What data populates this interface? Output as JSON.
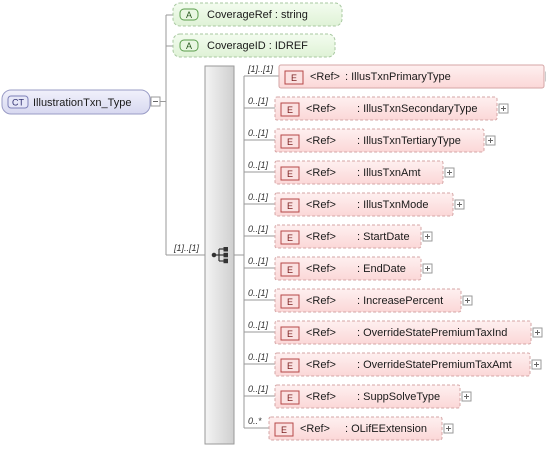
{
  "root": {
    "badge": "CT",
    "name": "IllustrationTxn_Type"
  },
  "attributes": [
    {
      "badge": "A",
      "name": "CoverageRef",
      "type": "string"
    },
    {
      "badge": "A",
      "name": "CoverageID",
      "type": "IDREF"
    }
  ],
  "sequence": {
    "cardinality": "[1]..[1]"
  },
  "elements": [
    {
      "card": "[1]..[1]",
      "badge": "E",
      "ref": "<Ref>",
      "name": "IllusTxnPrimaryType"
    },
    {
      "card": "0..[1]",
      "badge": "E",
      "ref": "<Ref>",
      "name": "IllusTxnSecondaryType"
    },
    {
      "card": "0..[1]",
      "badge": "E",
      "ref": "<Ref>",
      "name": "IllusTxnTertiaryType"
    },
    {
      "card": "0..[1]",
      "badge": "E",
      "ref": "<Ref>",
      "name": "IllusTxnAmt"
    },
    {
      "card": "0..[1]",
      "badge": "E",
      "ref": "<Ref>",
      "name": "IllusTxnMode"
    },
    {
      "card": "0..[1]",
      "badge": "E",
      "ref": "<Ref>",
      "name": "StartDate"
    },
    {
      "card": "0..[1]",
      "badge": "E",
      "ref": "<Ref>",
      "name": "EndDate"
    },
    {
      "card": "0..[1]",
      "badge": "E",
      "ref": "<Ref>",
      "name": "IncreasePercent"
    },
    {
      "card": "0..[1]",
      "badge": "E",
      "ref": "<Ref>",
      "name": "OverrideStatePremiumTaxInd"
    },
    {
      "card": "0..[1]",
      "badge": "E",
      "ref": "<Ref>",
      "name": "OverrideStatePremiumTaxAmt"
    },
    {
      "card": "0..[1]",
      "badge": "E",
      "ref": "<Ref>",
      "name": "SuppSolveType"
    },
    {
      "card": "0..*",
      "badge": "E",
      "ref": "<Ref>",
      "name": "OLifEExtension"
    }
  ],
  "colors": {
    "line": "#9a9a9a",
    "element_fill": "#fde1e1",
    "element_border": "#d5a6a6",
    "element_badge_border": "#b64848",
    "attribute_fill": "#e8f7e2",
    "attribute_border": "#a8c8a0",
    "attribute_badge_border": "#5a9d4c",
    "ct_fill": "#e2e3f5",
    "ct_border": "#9a9cc6"
  }
}
